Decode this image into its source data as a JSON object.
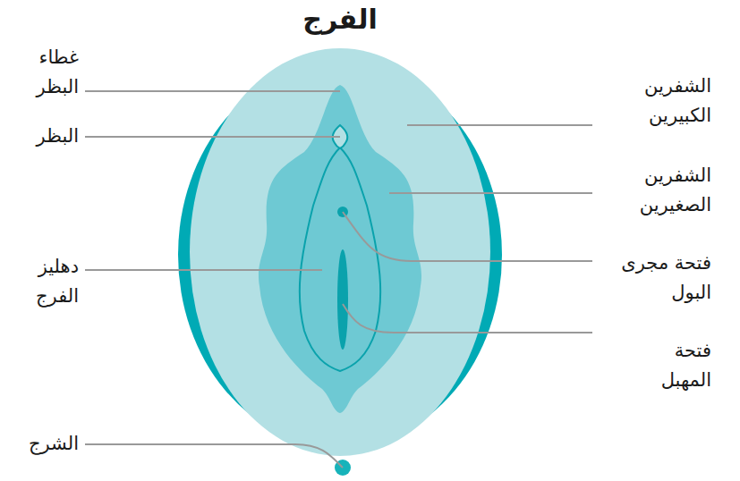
{
  "diagram": {
    "title": "الفرج",
    "labels": [
      "غطاء البظر",
      "البظر",
      "دهليز الفرج",
      "الشرج",
      "الشفرين الكبيرين",
      "الشفرين الصغيرين",
      "فتحة مجرى البول",
      "فتحة المهبل"
    ]
  }
}
